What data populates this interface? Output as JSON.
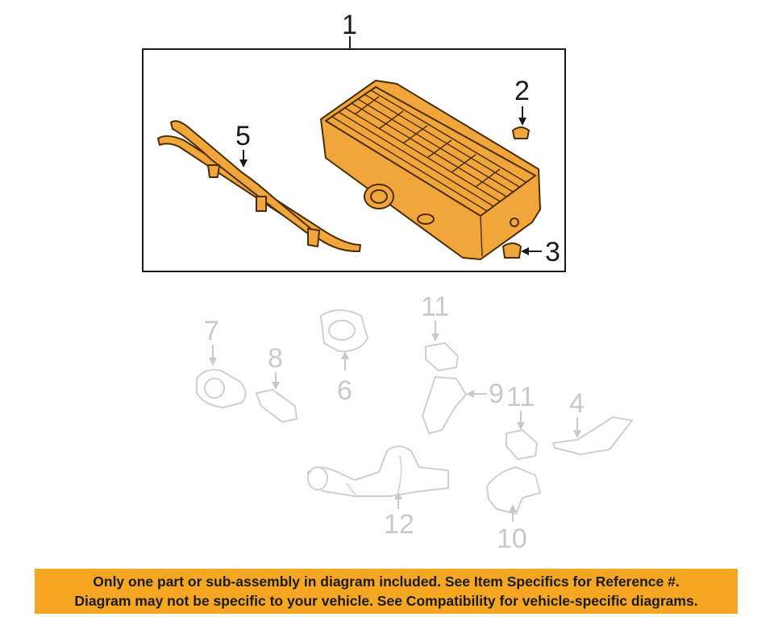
{
  "diagram": {
    "callouts": {
      "c1": "1",
      "c2": "2",
      "c3": "3",
      "c4": "4",
      "c5": "5",
      "c6": "6",
      "c7": "7",
      "c8": "8",
      "c9": "9",
      "c10": "10",
      "c11a": "11",
      "c11b": "11",
      "c12": "12"
    },
    "colors": {
      "highlight": "#f0a63a",
      "outline": "#4a2c06",
      "faded": "#cfcfcf",
      "banner": "#f5a623"
    }
  },
  "banner": {
    "line1": "Only one part or sub-assembly in diagram included. See Item Specifics for Reference #.",
    "line2": "Diagram may not be specific to your vehicle. See Compatibility for vehicle-specific diagrams."
  }
}
